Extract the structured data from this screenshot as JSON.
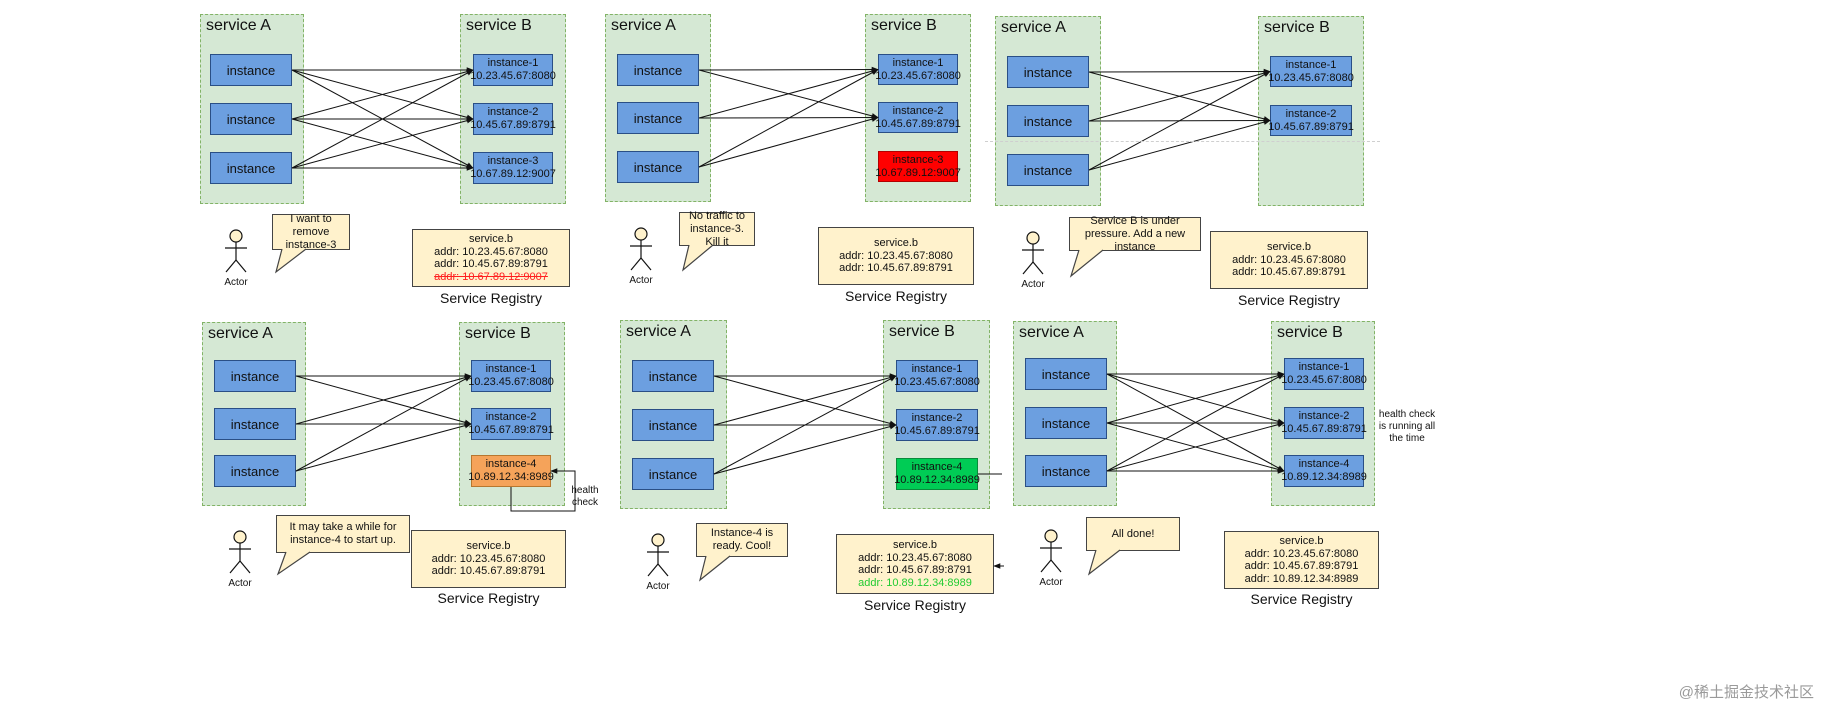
{
  "colors": {
    "service_bg": "#d5e8d4",
    "instance_blue": "#6c9fe0",
    "removed_red": "#ff0000",
    "starting_orange": "#f5a35a",
    "ready_green": "#00cc55",
    "note_yellow": "#fff2cc"
  },
  "panels": [
    {
      "service_a": "service A",
      "service_b": "service B",
      "callers": [
        "instance",
        "instance",
        "instance"
      ],
      "instances": [
        {
          "name": "instance-1",
          "addr": "10.23.45.67:8080"
        },
        {
          "name": "instance-2",
          "addr": "10.45.67.89:8791"
        },
        {
          "name": "instance-3",
          "addr": "10.67.89.12:9007"
        }
      ],
      "actor": "Actor",
      "note": "I want to remove instance-3",
      "registry": {
        "name": "service.b",
        "entries": [
          {
            "text": "addr: 10.23.45.67:8080"
          },
          {
            "text": "addr: 10.45.67.89:8791"
          },
          {
            "text": "addr: 10.67.89.12:9007",
            "state": "removed"
          }
        ],
        "title": "Service Registry"
      }
    },
    {
      "service_a": "service A",
      "service_b": "service B",
      "callers": [
        "instance",
        "instance",
        "instance"
      ],
      "instances": [
        {
          "name": "instance-1",
          "addr": "10.23.45.67:8080"
        },
        {
          "name": "instance-2",
          "addr": "10.45.67.89:8791"
        },
        {
          "name": "instance-3",
          "addr": "10.67.89.12:9007",
          "state": "red"
        }
      ],
      "actor": "Actor",
      "note": "No traffic to instance-3. Kill it",
      "registry": {
        "name": "service.b",
        "entries": [
          {
            "text": "addr: 10.23.45.67:8080"
          },
          {
            "text": "addr: 10.45.67.89:8791"
          }
        ],
        "title": "Service Registry"
      }
    },
    {
      "service_a": "service A",
      "service_b": "service B",
      "callers": [
        "instance",
        "instance",
        "instance"
      ],
      "instances": [
        {
          "name": "instance-1",
          "addr": "10.23.45.67:8080"
        },
        {
          "name": "instance-2",
          "addr": "10.45.67.89:8791"
        }
      ],
      "actor": "Actor",
      "note": "Service B is under pressure. Add a new instance",
      "registry": {
        "name": "service.b",
        "entries": [
          {
            "text": "addr: 10.23.45.67:8080"
          },
          {
            "text": "addr: 10.45.67.89:8791"
          }
        ],
        "title": "Service Registry"
      }
    },
    {
      "service_a": "service A",
      "service_b": "service B",
      "callers": [
        "instance",
        "instance",
        "instance"
      ],
      "instances": [
        {
          "name": "instance-1",
          "addr": "10.23.45.67:8080"
        },
        {
          "name": "instance-2",
          "addr": "10.45.67.89:8791"
        },
        {
          "name": "instance-4",
          "addr": "10.89.12.34:8989",
          "state": "orange"
        }
      ],
      "actor": "Actor",
      "note": "It may take a while for instance-4 to start up.",
      "side_note": "health check",
      "registry": {
        "name": "service.b",
        "entries": [
          {
            "text": "addr: 10.23.45.67:8080"
          },
          {
            "text": "addr: 10.45.67.89:8791"
          }
        ],
        "title": "Service Registry"
      }
    },
    {
      "service_a": "service A",
      "service_b": "service B",
      "callers": [
        "instance",
        "instance",
        "instance"
      ],
      "instances": [
        {
          "name": "instance-1",
          "addr": "10.23.45.67:8080"
        },
        {
          "name": "instance-2",
          "addr": "10.45.67.89:8791"
        },
        {
          "name": "instance-4",
          "addr": "10.89.12.34:8989",
          "state": "green"
        }
      ],
      "actor": "Actor",
      "note": "Instance-4 is ready. Cool!",
      "registry": {
        "name": "service.b",
        "entries": [
          {
            "text": "addr: 10.23.45.67:8080"
          },
          {
            "text": "addr: 10.45.67.89:8791"
          },
          {
            "text": "addr: 10.89.12.34:8989",
            "state": "added"
          }
        ],
        "title": "Service Registry"
      }
    },
    {
      "service_a": "service A",
      "service_b": "service B",
      "callers": [
        "instance",
        "instance",
        "instance"
      ],
      "instances": [
        {
          "name": "instance-1",
          "addr": "10.23.45.67:8080"
        },
        {
          "name": "instance-2",
          "addr": "10.45.67.89:8791"
        },
        {
          "name": "instance-4",
          "addr": "10.89.12.34:8989"
        }
      ],
      "actor": "Actor",
      "note": "All done!",
      "side_note": "health check is running all the time",
      "registry": {
        "name": "service.b",
        "entries": [
          {
            "text": "addr: 10.23.45.67:8080"
          },
          {
            "text": "addr: 10.45.67.89:8791"
          },
          {
            "text": "addr: 10.89.12.34:8989"
          }
        ],
        "title": "Service Registry"
      }
    }
  ],
  "watermark": "@稀土掘金技术社区"
}
